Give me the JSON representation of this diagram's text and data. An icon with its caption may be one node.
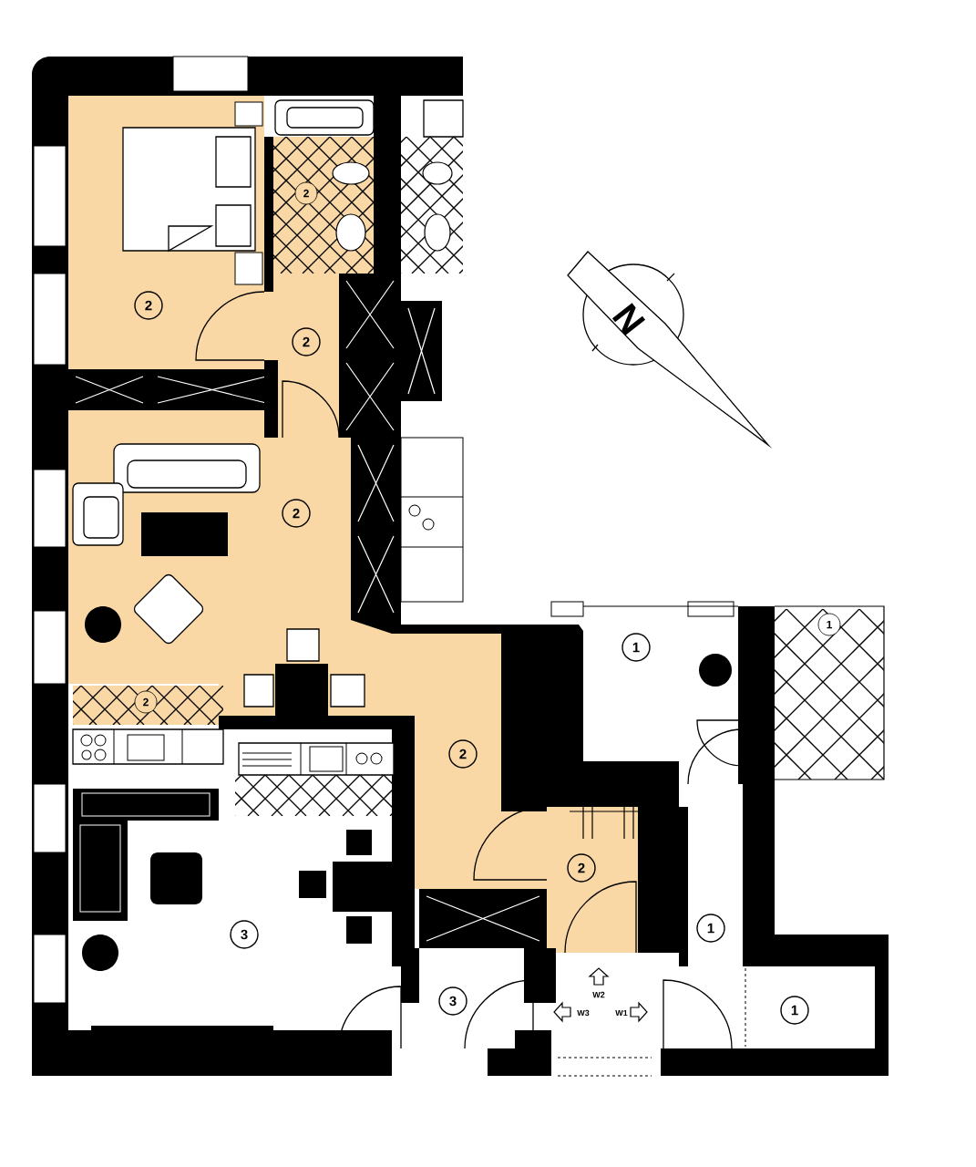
{
  "diagram": {
    "nodes": [
      {
        "text": [
          "2"
        ]
      },
      {
        "text": [
          "2"
        ]
      },
      {
        "text": [
          "2"
        ]
      },
      {
        "text": [
          "2"
        ]
      },
      {
        "text": [
          "1"
        ]
      },
      {
        "text": [
          "1"
        ]
      },
      {
        "text": [
          "2"
        ]
      },
      {
        "text": [
          "2"
        ]
      },
      {
        "text": [
          "2"
        ]
      },
      {
        "text": [
          "3"
        ]
      },
      {
        "text": [
          "1"
        ]
      },
      {
        "text": [
          "3"
        ]
      },
      {
        "text": [
          "1"
        ]
      }
    ],
    "edges": [],
    "labels": [
      "N",
      "W2",
      "W3",
      "W1"
    ]
  }
}
